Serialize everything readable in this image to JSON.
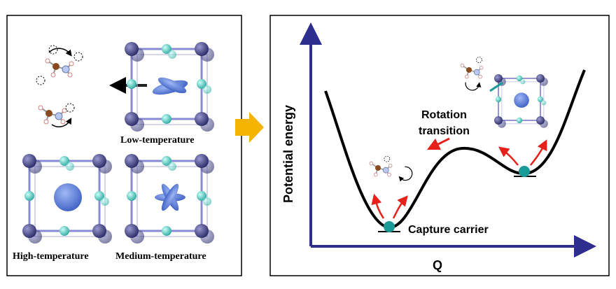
{
  "left_panel": {
    "labels": {
      "low": "Low-temperature",
      "high": "High-temperature",
      "medium": "Medium-temperature"
    }
  },
  "right_panel": {
    "y_axis_label": "Potential energy",
    "x_axis_label": "Q",
    "rotation_label_line1": "Rotation",
    "rotation_label_line2": "transition",
    "capture_label": "Capture carrier"
  },
  "colors": {
    "axis": "#2e2e8f",
    "arrow_orange": "#f5b400",
    "red_arrow": "#e8201a",
    "teal_ball": "#1a9a96",
    "cage_corner": "#3a3a7a",
    "cage_edge": "#5ad0c8",
    "molecule_blue": "#5a7fd6"
  }
}
